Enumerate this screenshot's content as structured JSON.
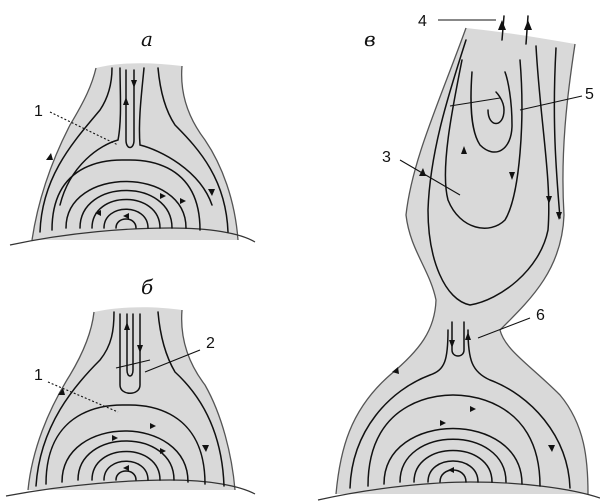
{
  "panels": [
    {
      "id": "a",
      "label": "а"
    },
    {
      "id": "b",
      "label": "б"
    },
    {
      "id": "c",
      "label": "в"
    }
  ],
  "callouts": [
    {
      "id": "1a",
      "text": "1"
    },
    {
      "id": "1b",
      "text": "1"
    },
    {
      "id": "2",
      "text": "2"
    },
    {
      "id": "3",
      "text": "3"
    },
    {
      "id": "4",
      "text": "4"
    },
    {
      "id": "5",
      "text": "5"
    },
    {
      "id": "6",
      "text": "6"
    }
  ]
}
